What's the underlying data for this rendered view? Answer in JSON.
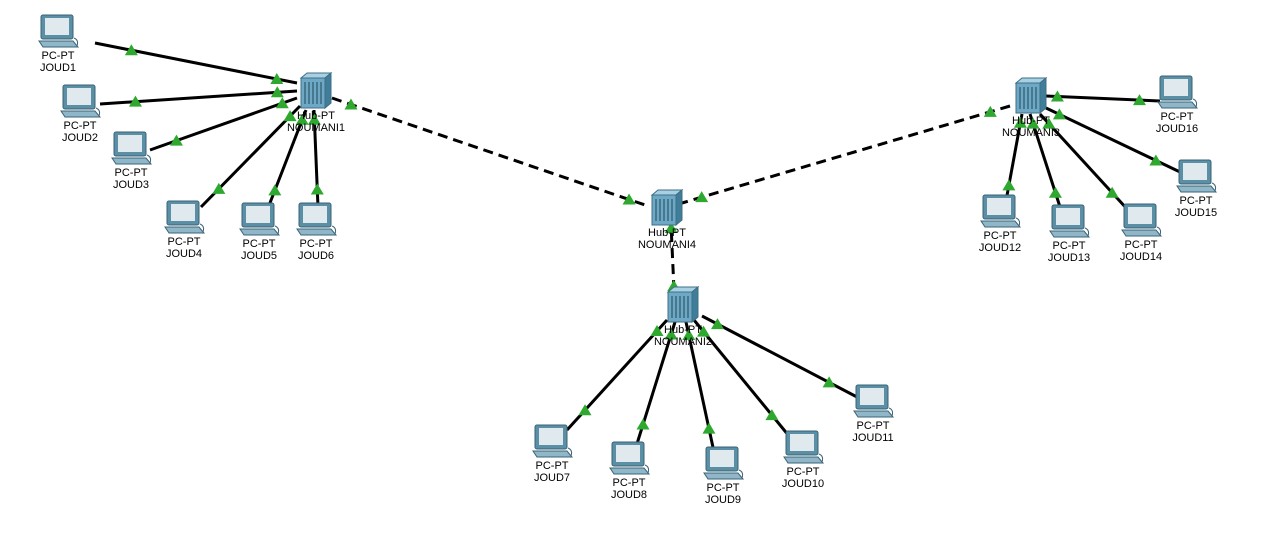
{
  "colors": {
    "link": "#000000",
    "link_light": "#2ea82e",
    "hub_body": "#6fa8c4",
    "pc_screen": "#dfe9ee",
    "pc_body": "#5b8fa6"
  },
  "hubs": [
    {
      "id": "h1",
      "type": "Hub-PT",
      "name": "NOUMANI1"
    },
    {
      "id": "h2",
      "type": "Hub-PT",
      "name": "NOUMANI2"
    },
    {
      "id": "h3",
      "type": "Hub-PT",
      "name": "NOUMANI3"
    },
    {
      "id": "h4",
      "type": "Hub-PT",
      "name": "NOUMANI4"
    }
  ],
  "pcs": [
    {
      "id": "p1",
      "type": "PC-PT",
      "name": "JOUD1",
      "hub": "h1"
    },
    {
      "id": "p2",
      "type": "PC-PT",
      "name": "JOUD2",
      "hub": "h1"
    },
    {
      "id": "p3",
      "type": "PC-PT",
      "name": "JOUD3",
      "hub": "h1"
    },
    {
      "id": "p4",
      "type": "PC-PT",
      "name": "JOUD4",
      "hub": "h1"
    },
    {
      "id": "p5",
      "type": "PC-PT",
      "name": "JOUD5",
      "hub": "h1"
    },
    {
      "id": "p6",
      "type": "PC-PT",
      "name": "JOUD6",
      "hub": "h1"
    },
    {
      "id": "p7",
      "type": "PC-PT",
      "name": "JOUD7",
      "hub": "h2"
    },
    {
      "id": "p8",
      "type": "PC-PT",
      "name": "JOUD8",
      "hub": "h2"
    },
    {
      "id": "p9",
      "type": "PC-PT",
      "name": "JOUD9",
      "hub": "h2"
    },
    {
      "id": "p10",
      "type": "PC-PT",
      "name": "JOUD10",
      "hub": "h2"
    },
    {
      "id": "p11",
      "type": "PC-PT",
      "name": "JOUD11",
      "hub": "h2"
    },
    {
      "id": "p12",
      "type": "PC-PT",
      "name": "JOUD12",
      "hub": "h3"
    },
    {
      "id": "p13",
      "type": "PC-PT",
      "name": "JOUD13",
      "hub": "h3"
    },
    {
      "id": "p14",
      "type": "PC-PT",
      "name": "JOUD14",
      "hub": "h3"
    },
    {
      "id": "p15",
      "type": "PC-PT",
      "name": "JOUD15",
      "hub": "h3"
    },
    {
      "id": "p16",
      "type": "PC-PT",
      "name": "JOUD16",
      "hub": "h3"
    }
  ],
  "trunks": [
    {
      "from": "h1",
      "to": "h4",
      "style": "dashed"
    },
    {
      "from": "h3",
      "to": "h4",
      "style": "dashed"
    },
    {
      "from": "h2",
      "to": "h4",
      "style": "dashed"
    }
  ]
}
